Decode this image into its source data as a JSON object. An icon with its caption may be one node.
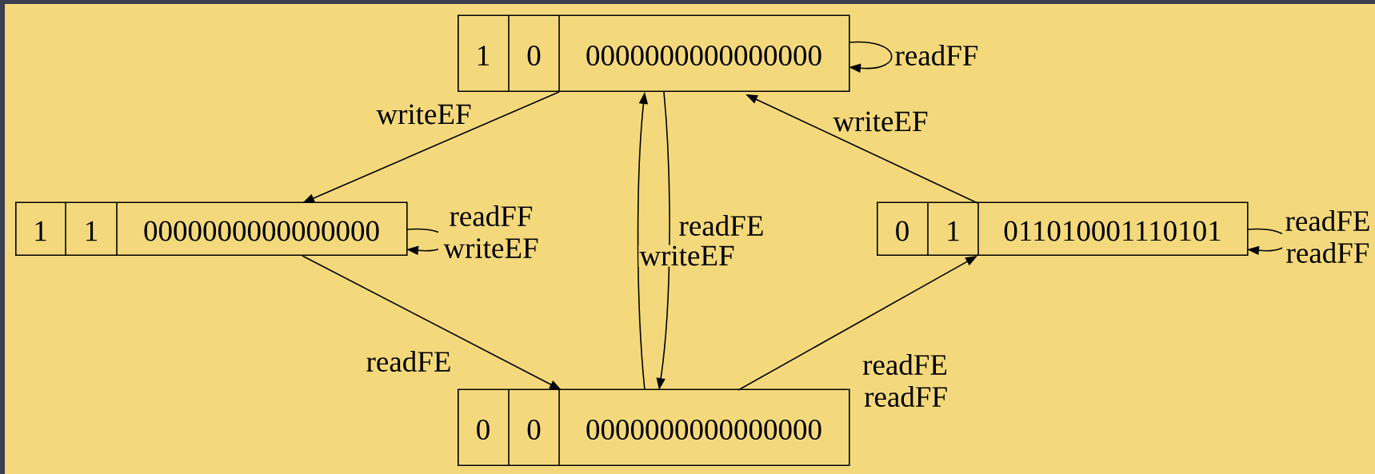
{
  "diagram": {
    "nodes": [
      {
        "text": [
          "1",
          "0",
          "0000000000000000"
        ]
      },
      {
        "text": [
          "1",
          "1",
          "0000000000000000"
        ]
      },
      {
        "text": [
          "0",
          "1",
          "011010001110101"
        ]
      },
      {
        "text": [
          "0",
          "0",
          "0000000000000000"
        ]
      }
    ],
    "edges": [
      {
        "from": 0,
        "to": 1,
        "arrow": "to",
        "label": "writeEF"
      },
      {
        "from": 0,
        "to": 0,
        "arrow": "to",
        "label": "readFF"
      },
      {
        "from": 1,
        "to": 1,
        "arrow": "to",
        "label": "readFF writeEF"
      },
      {
        "from": 1,
        "to": 3,
        "arrow": "to",
        "label": "readFE"
      },
      {
        "from": 3,
        "to": 0,
        "arrow": "to",
        "label": "writeEF"
      },
      {
        "from": 0,
        "to": 3,
        "arrow": "to",
        "label": "readFE"
      },
      {
        "from": 3,
        "to": 2,
        "arrow": "to",
        "label": "readFE readFF"
      },
      {
        "from": 2,
        "to": 0,
        "arrow": "to",
        "label": "writeEF"
      },
      {
        "from": 2,
        "to": 2,
        "arrow": "to",
        "label": "readFE readFF"
      }
    ]
  }
}
